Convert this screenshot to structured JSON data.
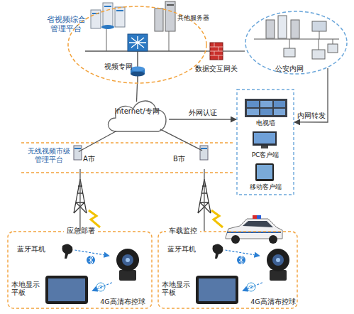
{
  "diagram": {
    "nodes": [
      {
        "text": [
          "省视频综合管理平台",
          "视频专网"
        ]
      },
      {
        "text": [
          "数据交互网关"
        ]
      },
      {
        "text": [
          "公安内网"
        ]
      },
      {
        "text": [
          "Internet/专网"
        ]
      },
      {
        "text": []
      },
      {
        "text": [
          "电视墙"
        ],
        "in": 4
      },
      {
        "text": [
          "PC客户端"
        ],
        "in": 4
      },
      {
        "text": [
          "移动客户端"
        ],
        "in": 4
      },
      {
        "text": [
          "无线视频市级管理平台"
        ]
      },
      {
        "text": [
          "A市"
        ],
        "in": 8
      },
      {
        "text": [
          "B市"
        ],
        "in": 8
      },
      {
        "text": [
          "应急部署"
        ]
      },
      {
        "text": [
          "蓝牙耳机"
        ],
        "in": 11
      },
      {
        "text": [
          "本地显示平板"
        ],
        "in": 11
      },
      {
        "text": [
          "4G高清布控球"
        ],
        "in": 11
      },
      {
        "text": [
          "车载监控"
        ]
      },
      {
        "text": [
          "蓝牙耳机"
        ],
        "in": 15
      },
      {
        "text": [
          "本地显示平板"
        ],
        "in": 15
      },
      {
        "text": [
          "4G高清布控球"
        ],
        "in": 15
      }
    ],
    "edges": [
      {
        "from": 0,
        "to": 1,
        "arrow": "none"
      },
      {
        "from": 1,
        "to": 2,
        "arrow": "none"
      },
      {
        "from": 0,
        "to": 3,
        "arrow": "none"
      },
      {
        "from": 3,
        "to": 4,
        "label": "外网认证",
        "arrow": "to"
      },
      {
        "from": 2,
        "to": 4,
        "label": "内网转发",
        "arrow": "to"
      },
      {
        "from": 3,
        "to": 9,
        "arrow": "none"
      },
      {
        "from": 3,
        "to": 10,
        "arrow": "none"
      },
      {
        "from": 9,
        "to": 11,
        "arrow": "none"
      },
      {
        "from": 10,
        "to": 15,
        "arrow": "none"
      },
      {
        "from": 12,
        "to": 14,
        "arrow": "to"
      },
      {
        "from": 14,
        "to": 13,
        "arrow": "to"
      },
      {
        "from": 16,
        "to": 18,
        "arrow": "to"
      },
      {
        "from": 18,
        "to": 17,
        "arrow": "to"
      }
    ],
    "labels": [
      "其他服务器"
    ]
  }
}
